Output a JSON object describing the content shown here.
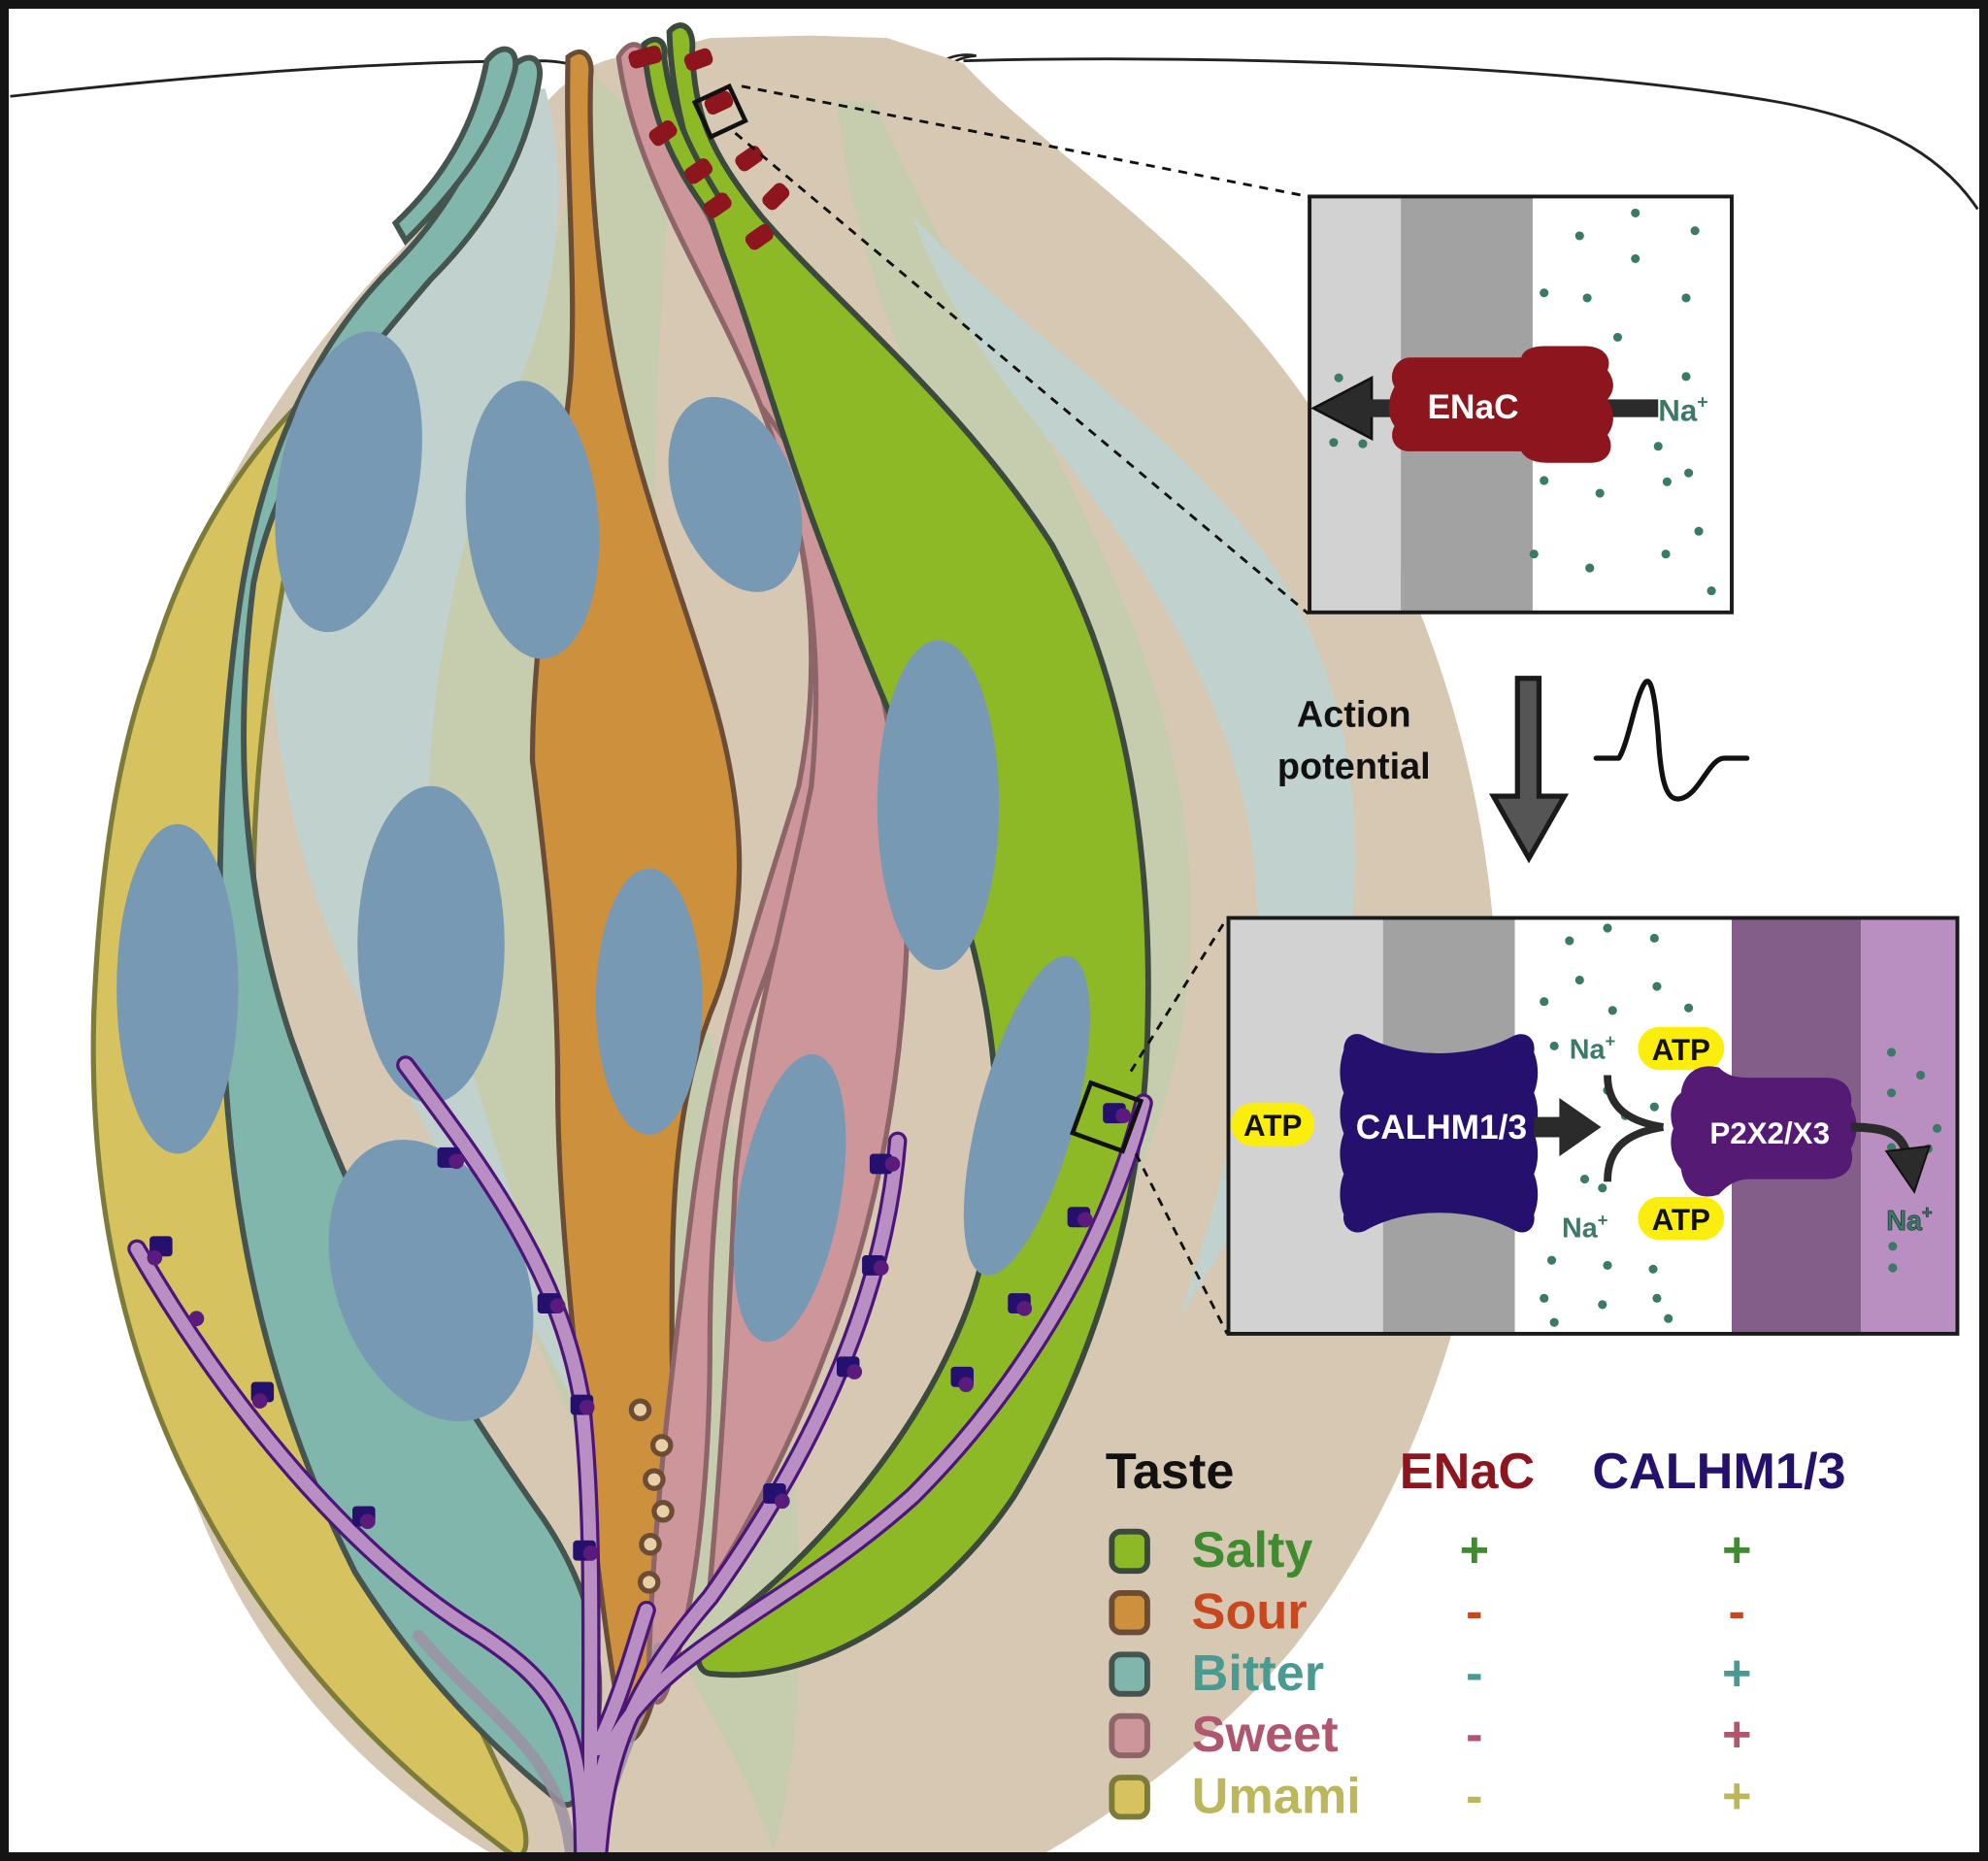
{
  "figure": {
    "type": "taste bud schematic",
    "colors": {
      "salty": "#8db926",
      "sour": "#cd903d",
      "bitter": "#80b6ab",
      "sweet": "#cc969b",
      "umami": "#d6c35f",
      "nucleus": "#7799b4",
      "support_tan": "#d7c8b4",
      "support_green": "#c6ccae",
      "support_blue": "#c1d1cd",
      "nerve": "#b98fc3",
      "nerve_outline": "#4b1677",
      "enac": "#8c151e",
      "calhm": "#25106d",
      "p2x": "#551a74",
      "atp_badge": "#fcee0c",
      "sodium": "#3c7a68",
      "membrane_light": "#d2d2d2",
      "membrane_dark": "#a2a2a2",
      "nerve_membrane_dark": "#825e88",
      "nerve_membrane_light": "#b98ec1"
    }
  },
  "enac_inset": {
    "channel_label": "ENaC",
    "ion_label": "Na",
    "ion_charge": "+"
  },
  "transition": {
    "label_line1": "Action",
    "label_line2": "potential"
  },
  "synapse_inset": {
    "atp_left": "ATP",
    "channel_label": "CALHM1/3",
    "ion_top": "Na",
    "ion_top_charge": "+",
    "atp_top": "ATP",
    "receptor_label": "P2X2/X3",
    "ion_bottom": "Na",
    "ion_bottom_charge": "+",
    "atp_bottom": "ATP",
    "ion_out": "Na",
    "ion_out_charge": "+"
  },
  "legend": {
    "header_taste": "Taste",
    "header_enac": "ENaC",
    "header_calhm": "CALHM1/3",
    "header_colors": {
      "taste": "#111111",
      "enac": "#8c151e",
      "calhm": "#25106d"
    },
    "rows": [
      {
        "taste": "Salty",
        "enac": "+",
        "calhm": "+",
        "text_color": "#3e8c2f",
        "swatch": "#8db926",
        "swatch_border": "#3b4a3c"
      },
      {
        "taste": "Sour",
        "enac": "-",
        "calhm": "-",
        "text_color": "#c8471f",
        "swatch": "#cd903d",
        "swatch_border": "#6b4c35"
      },
      {
        "taste": "Bitter",
        "enac": "-",
        "calhm": "+",
        "text_color": "#4a9a92",
        "swatch": "#80b6ab",
        "swatch_border": "#46544f"
      },
      {
        "taste": "Sweet",
        "enac": "-",
        "calhm": "+",
        "text_color": "#b0566f",
        "swatch": "#cc969b",
        "swatch_border": "#8d6468"
      },
      {
        "taste": "Umami",
        "enac": "-",
        "calhm": "+",
        "text_color": "#bdb75c",
        "swatch": "#d6c35f",
        "swatch_border": "#7d7b3a"
      }
    ]
  }
}
